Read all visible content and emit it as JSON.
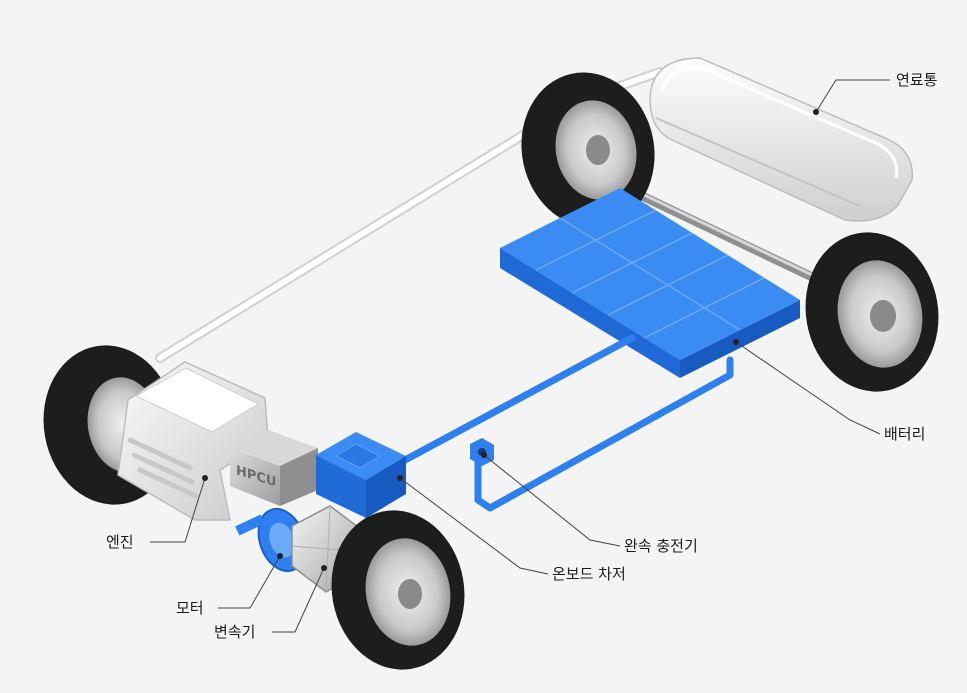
{
  "components": {
    "hpcu_text": "HPCU"
  },
  "labels": {
    "fuel_tank": "연료통",
    "battery": "배터리",
    "slow_charger": "완속 충전기",
    "onboard_charger": "온보드 차저",
    "engine": "엔진",
    "motor": "모터",
    "transmission": "변속기"
  },
  "colors": {
    "background": "#f4f4f4",
    "electric_blue": "#2e7ff0",
    "tire": "#1d1d1d",
    "chassis_white": "#ffffff",
    "leader_line": "#444444"
  }
}
